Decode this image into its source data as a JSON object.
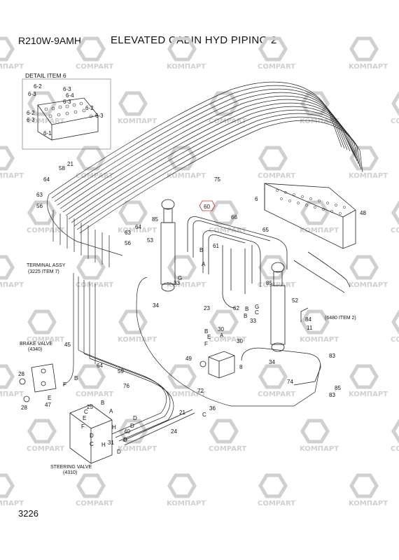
{
  "header": {
    "model": "R210W-9AMH",
    "title": "ELEVATED CABIN HYD PIPING 2"
  },
  "page_number": "3226",
  "watermark": {
    "brand_a": "COMPART",
    "brand_b": "KOMПAPT",
    "color": "#d0d0d0"
  },
  "callouts": {
    "detail_title": "DETAIL ITEM 6",
    "terminal_assy": "TERMINAL ASSY",
    "terminal_assy_ref": "(3225 ITEM 7)",
    "brake_valve": "BRAKE VALVE",
    "brake_valve_ref": "(4340)",
    "steering_valve": "STEERING VALVE",
    "steering_valve_ref": "(4310)",
    "item6480": "(6480 ITEM 2)"
  },
  "part_numbers": {
    "detail_6_2a": "6-2",
    "detail_6_3a": "6-3",
    "detail_6_3b": "6-3",
    "detail_6_4": "6-4",
    "detail_6_3c": "6-3",
    "detail_6_3d": "6-3",
    "detail_6_2b": "6-2",
    "detail_6_2c": "6-2",
    "detail_6_3e": "6-3",
    "detail_6_1": "6-1",
    "p21": "21",
    "p58": "58",
    "p64a": "64",
    "p63a": "63",
    "p56a": "56",
    "p75": "75",
    "p6": "6",
    "p66": "66",
    "p48": "48",
    "p60": "60",
    "p65": "65",
    "p85a": "85",
    "p53": "53",
    "p61": "61",
    "p64b": "64",
    "p63b": "63",
    "p56b": "56",
    "p52": "52",
    "p85b": "85",
    "p84": "84",
    "p11": "11",
    "p33a": "33",
    "p33b": "33",
    "p34a": "34",
    "p23": "23",
    "p62": "62",
    "p30a": "30",
    "p30b": "30",
    "p8": "8",
    "p49": "49",
    "p34b": "34",
    "p74": "74",
    "p83a": "83",
    "p85c": "85",
    "p83b": "83",
    "p72": "72",
    "p45": "45",
    "p28a": "28",
    "p28b": "28",
    "p64c": "64",
    "p59": "59",
    "p76": "76",
    "p47": "47",
    "p25": "25",
    "p21b": "21",
    "p36": "36",
    "p24": "24",
    "p40": "40",
    "p31": "31",
    "l_b1": "B",
    "l_a1": "A",
    "l_g1": "G",
    "l_b2": "B",
    "l_f1": "F",
    "l_e1": "E",
    "l_c1": "C",
    "l_b3": "B",
    "l_a2": "A",
    "l_d1": "D",
    "l_h1": "H",
    "l_d2": "D",
    "l_b4": "B",
    "l_f2": "F",
    "l_c2": "C",
    "l_g2": "G",
    "l_b5": "B",
    "l_a3": "A",
    "l_d3": "D",
    "l_d4": "D",
    "l_e2": "E",
    "l_f3": "F",
    "l_d5": "D",
    "l_h2": "H",
    "l_c3": "C",
    "l_e3": "E",
    "l_b6": "B",
    "l_c4": "C"
  }
}
